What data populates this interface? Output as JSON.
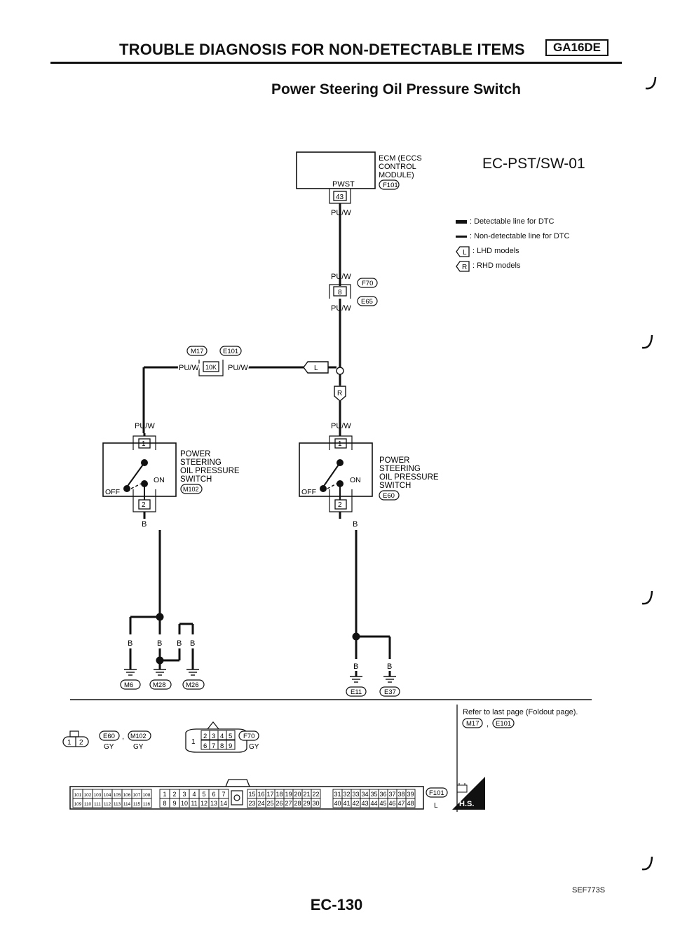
{
  "header": {
    "title": "TROUBLE DIAGNOSIS FOR NON-DETECTABLE ITEMS",
    "engine_badge": "GA16DE",
    "subtitle": "Power Steering Oil Pressure Switch"
  },
  "diagram_id": "EC-PST/SW-01",
  "legend": [
    {
      "symbol": "thick-line",
      "text": ": Detectable line for DTC"
    },
    {
      "symbol": "thin-line",
      "text": ": Non-detectable line for DTC"
    },
    {
      "symbol": "L",
      "text": ": LHD models"
    },
    {
      "symbol": "R",
      "text": ": RHD models"
    }
  ],
  "ecm": {
    "label_lines": [
      "ECM (ECCS",
      "CONTROL",
      "MODULE)"
    ],
    "connector": "F101",
    "terminal_name": "PWST",
    "pin": "43"
  },
  "wires": {
    "ecm_to_f70": "PU/W",
    "f70_upper": "PU/W",
    "e65_lower": "PU/W",
    "left_branch": "PU/W",
    "right_branch": "PU/W",
    "to_m102": "PU/W",
    "to_e60": "PU/W",
    "left_ground": "B",
    "right_ground": "B"
  },
  "connectors": {
    "f70": "F70",
    "e65": "E65",
    "f70_pin": "8",
    "m17": "M17",
    "e101": "E101",
    "joint_pin": "10K",
    "lhd": "L",
    "rhd": "R"
  },
  "left_switch": {
    "label_lines": [
      "POWER",
      "STEERING",
      "OIL PRESSURE",
      "SWITCH"
    ],
    "connector": "M102",
    "pin_top": "1",
    "pin_bottom": "2",
    "on": "ON",
    "off": "OFF"
  },
  "right_switch": {
    "label_lines": [
      "POWER",
      "STEERING",
      "OIL PRESSURE",
      "SWITCH"
    ],
    "connector": "E60",
    "pin_top": "1",
    "pin_bottom": "2",
    "on": "ON",
    "off": "OFF"
  },
  "grounds": {
    "left": [
      "M6",
      "M28",
      "M26"
    ],
    "right": [
      "E11",
      "E37"
    ],
    "left_wire_labels": [
      "B",
      "B",
      "B",
      "B"
    ],
    "right_wire_labels": [
      "B",
      "B"
    ]
  },
  "connector_views": {
    "two_pin": {
      "pins": [
        "1",
        "2"
      ],
      "refs": [
        "E60",
        "M102"
      ],
      "colors": [
        "GY",
        "GY"
      ]
    },
    "nine_pin": {
      "pin1": "1",
      "top": [
        "2",
        "3",
        "4",
        "5"
      ],
      "bottom": [
        "6",
        "7",
        "8",
        "9"
      ],
      "ref": "F70",
      "color": "GY"
    },
    "ecm_connector": {
      "ref": "F101",
      "color": "L",
      "g1_top": [
        "101",
        "102",
        "103",
        "104",
        "105",
        "106",
        "107",
        "108"
      ],
      "g1_bottom": [
        "109",
        "110",
        "111",
        "112",
        "113",
        "114",
        "115",
        "116"
      ],
      "g2_top": [
        "1",
        "2",
        "3",
        "4",
        "5",
        "6",
        "7"
      ],
      "g2_bottom": [
        "8",
        "9",
        "10",
        "11",
        "12",
        "13",
        "14"
      ],
      "g3_top": [
        "15",
        "16",
        "17",
        "18",
        "19",
        "20",
        "21",
        "22"
      ],
      "g3_bottom": [
        "23",
        "24",
        "25",
        "26",
        "27",
        "28",
        "29",
        "30"
      ],
      "g4_top": [
        "31",
        "32",
        "33",
        "34",
        "35",
        "36",
        "37",
        "38",
        "39"
      ],
      "g4_bottom": [
        "40",
        "41",
        "42",
        "43",
        "44",
        "45",
        "46",
        "47",
        "48"
      ]
    }
  },
  "reference": {
    "text": "Refer to last page (Foldout page).",
    "connectors": [
      "M17",
      "E101"
    ]
  },
  "hs_badge": "H.S.",
  "figure_code": "SEF773S",
  "page_number": "EC-130"
}
